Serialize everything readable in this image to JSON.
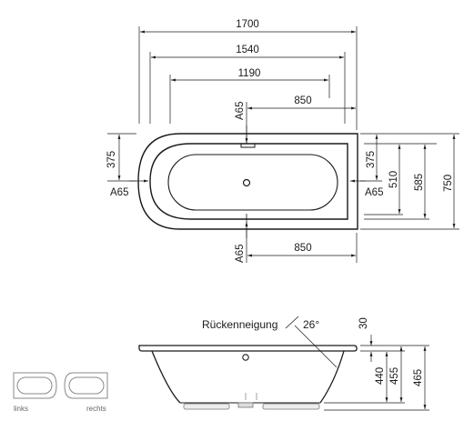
{
  "dimensions": {
    "total_length": "1700",
    "inner_length": "1540",
    "basin_length": "1190",
    "drain_offset_top": "850",
    "drain_offset_bottom": "850",
    "half_width_left": "375",
    "half_width_right": "375",
    "width_510": "510",
    "width_585": "585",
    "total_width": "750",
    "height_30": "30",
    "height_440": "440",
    "height_455": "455",
    "height_465": "465"
  },
  "labels": {
    "a65_top": "A65",
    "a65_left": "A65",
    "a65_right": "A65",
    "a65_bottom": "A65",
    "backrest": "Rückenneigung",
    "angle": "26°",
    "variant_left": "links",
    "variant_right": "rechts"
  },
  "colors": {
    "line": "#1a1a1a",
    "thumbnail": "#888888"
  }
}
